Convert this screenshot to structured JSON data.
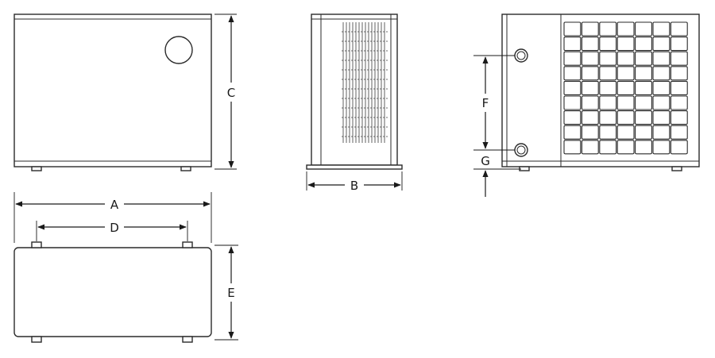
{
  "dimensions": {
    "a": "A",
    "b": "B",
    "c": "C",
    "d": "D",
    "e": "E",
    "f": "F",
    "g": "G"
  },
  "grid": {
    "rows": 9,
    "cols": 7
  }
}
